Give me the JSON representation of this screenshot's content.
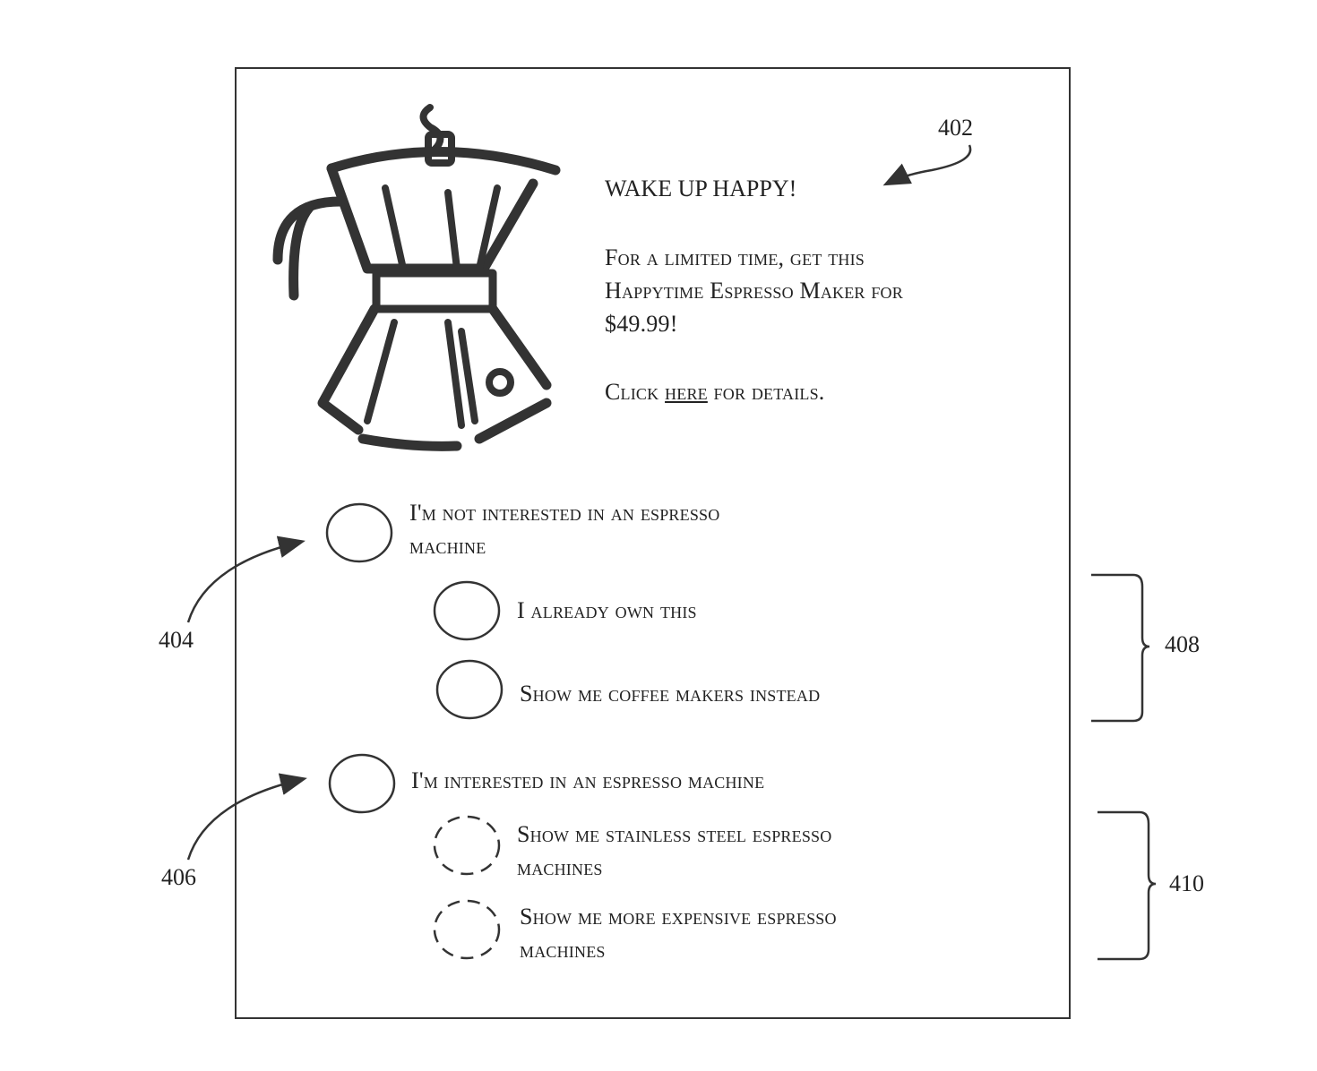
{
  "ad": {
    "headline": "WAKE UP HAPPY!",
    "body_line1": "For a limited time, get this",
    "body_line2": "Happytime Espresso Maker for",
    "body_line3": "$49.99!",
    "cta_prefix": "Click",
    "cta_link": "here",
    "cta_suffix": "for details.",
    "image_icon": "espresso-maker-icon"
  },
  "options": [
    {
      "label_line1": "I'm not interested in an espresso",
      "label_line2": "machine"
    },
    {
      "label_line1": "I already own this"
    },
    {
      "label_line1": "Show me coffee makers instead"
    },
    {
      "label_line1": "I'm interested in an espresso machine"
    },
    {
      "label_line1": "Show me stainless steel espresso",
      "label_line2": "machines"
    },
    {
      "label_line1": "Show me more expensive espresso",
      "label_line2": "machines"
    }
  ],
  "refs": {
    "r402": "402",
    "r404": "404",
    "r406": "406",
    "r408": "408",
    "r410": "410"
  }
}
